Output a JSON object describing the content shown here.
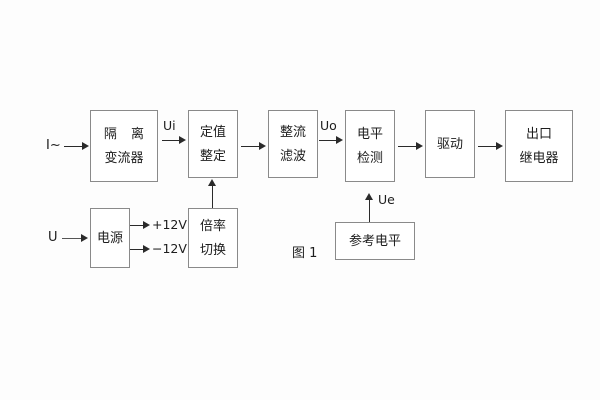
{
  "figure": {
    "caption": "图 1",
    "blocks": [
      {
        "id": "isolation-ct",
        "lines": [
          "隔 离",
          "变流器"
        ],
        "spaced_first": true
      },
      {
        "id": "setting-value",
        "lines": [
          "定值",
          "整定"
        ],
        "spaced_first": false
      },
      {
        "id": "rectify-filter",
        "lines": [
          "整流",
          "滤波"
        ],
        "spaced_first": false
      },
      {
        "id": "level-detect",
        "lines": [
          "电平",
          "检测"
        ],
        "spaced_first": false
      },
      {
        "id": "drive",
        "lines": [
          "驱动"
        ],
        "spaced_first": false
      },
      {
        "id": "output-relay",
        "lines": [
          "出口",
          "继电器"
        ],
        "spaced_first": false
      },
      {
        "id": "power-supply",
        "lines": [
          "电源"
        ],
        "spaced_first": false
      },
      {
        "id": "ratio-switch",
        "lines": [
          "倍率",
          "切换"
        ],
        "spaced_first": false
      },
      {
        "id": "reference-level",
        "lines": [
          "参考电平"
        ],
        "spaced_first": false
      }
    ],
    "signals": {
      "current_input": "I~",
      "voltage_input": "U",
      "ui": "Ui",
      "uo": "Uo",
      "ue": "Ue",
      "rail_positive": "+12V",
      "rail_negative": "−12V"
    },
    "colors": {
      "background": "#fdfdfd",
      "block_border": "#8a8a8a",
      "block_fill": "#ffffff",
      "connector": "#2a2a2a",
      "text": "#1d1d1d"
    }
  }
}
